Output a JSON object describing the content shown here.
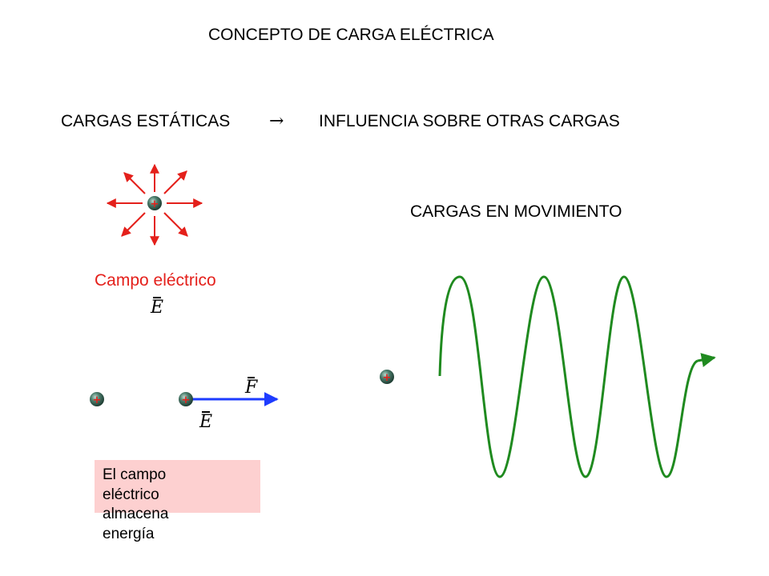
{
  "slide": {
    "title": "CONCEPTO DE CARGA ELÉCTRICA",
    "static_charges": "CARGAS ESTÁTICAS",
    "implies_symbol": "→",
    "influence": "INFLUENCIA SOBRE OTRAS CARGAS",
    "moving_charges": "CARGAS EN MOVIMIENTO",
    "field_label": "Campo eléctrico",
    "field_symbol": "E",
    "force_symbol": "F",
    "field_symbol_2": "E",
    "note": "El campo eléctrico almacena energía",
    "charge_sign": "+"
  },
  "colors": {
    "field_arrows": "#e4201b",
    "field_label": "#e4201b",
    "force_arrow": "#1e3cff",
    "wave": "#1f8a1f",
    "charge_body": "#2f5a4c",
    "charge_sign": "#e4201b",
    "note_background": "#fdd0d0"
  }
}
